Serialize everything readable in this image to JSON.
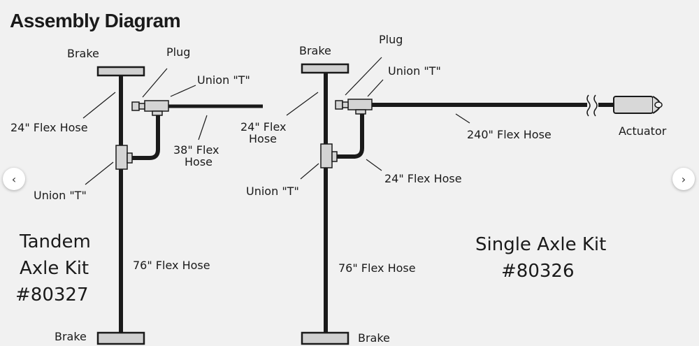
{
  "title": "Assembly Diagram",
  "tandem": {
    "brake_top": "Brake",
    "brake_bottom": "Brake",
    "plug": "Plug",
    "union_t_top": "Union \"T\"",
    "union_t_mid": "Union \"T\"",
    "hose_24": "24\" Flex Hose",
    "hose_38_l1": "38\" Flex",
    "hose_38_l2": "Hose",
    "hose_76": "76\" Flex Hose",
    "kit_l1": "Tandem",
    "kit_l2": "Axle Kit",
    "kit_l3": "#80327"
  },
  "single": {
    "brake_top": "Brake",
    "brake_bottom": "Brake",
    "plug": "Plug",
    "union_t_top": "Union \"T\"",
    "union_t_mid": "Union \"T\"",
    "hose_24_left_l1": "24\" Flex",
    "hose_24_left_l2": "Hose",
    "hose_240": "240\" Flex Hose",
    "hose_24_right": "24\" Flex Hose",
    "hose_76": "76\" Flex Hose",
    "actuator": "Actuator",
    "kit_l1": "Single Axle Kit",
    "kit_l2": "#80326"
  },
  "nav": {
    "prev": "‹",
    "next": "›"
  }
}
